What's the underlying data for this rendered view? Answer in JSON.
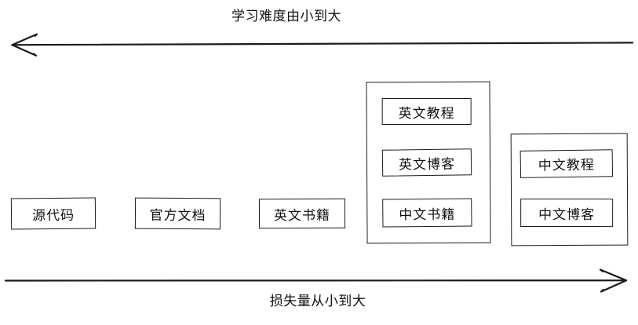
{
  "diagram": {
    "title_top": "学习难度由小到大",
    "title_bottom": "损失量从小到大",
    "stroke_color": "#1b1b1b",
    "background_color": "#ffffff",
    "top_arrow": {
      "name": "left-arrow",
      "direction": "left",
      "label": "学习难度由小到大"
    },
    "bottom_arrow": {
      "name": "right-arrow",
      "direction": "right",
      "label": "损失量从小到大"
    },
    "standalone_nodes": [
      {
        "label": "源代码"
      },
      {
        "label": "官方文档"
      },
      {
        "label": "英文书籍"
      }
    ],
    "groups": [
      {
        "name": "group-one",
        "items": [
          {
            "label": "英文教程"
          },
          {
            "label": "英文博客"
          },
          {
            "label": "中文书籍"
          }
        ]
      },
      {
        "name": "group-two",
        "items": [
          {
            "label": "中文教程"
          },
          {
            "label": "中文博客"
          }
        ]
      }
    ]
  }
}
